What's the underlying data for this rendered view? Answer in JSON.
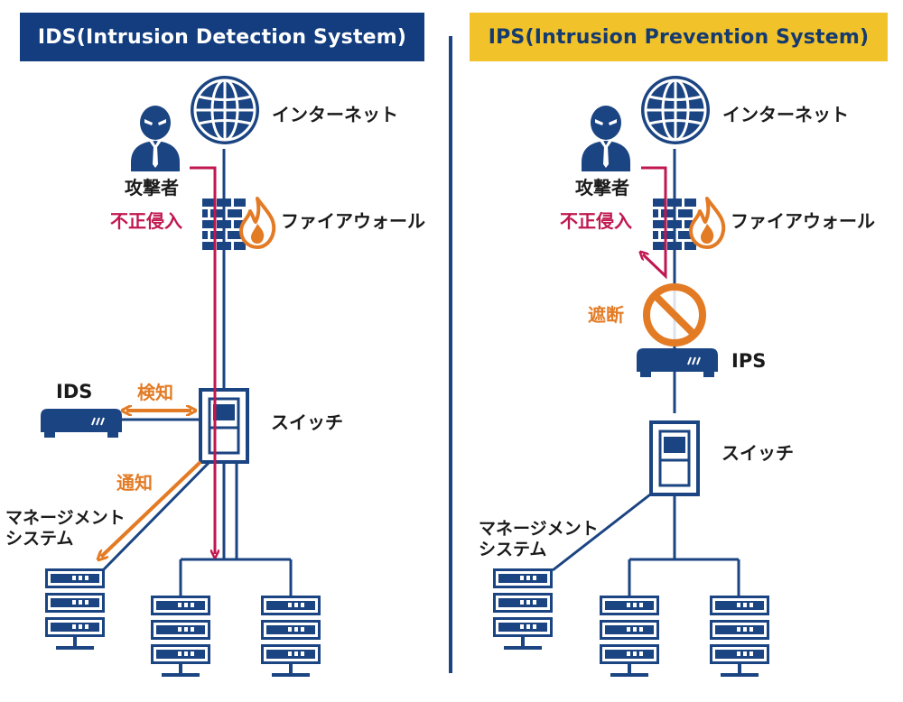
{
  "ids_panel": {
    "header": "IDS(Intrusion Detection System)",
    "internet": "インターネット",
    "attacker": "攻撃者",
    "intrusion": "不正侵入",
    "firewall": "ファイアウォール",
    "ids_device": "IDS",
    "detect": "検知",
    "switch": "スイッチ",
    "notify": "通知",
    "management_line1": "マネージメント",
    "management_line2": "システム"
  },
  "ips_panel": {
    "header": "IPS(Intrusion Prevention System)",
    "internet": "インターネット",
    "attacker": "攻撃者",
    "intrusion": "不正侵入",
    "firewall": "ファイアウォール",
    "block": "遮断",
    "ips_device": "IPS",
    "switch": "スイッチ",
    "management_line1": "マネージメント",
    "management_line2": "システム"
  },
  "colors": {
    "navy": "#1b4482",
    "yellow": "#f1c22a",
    "intrusion_red": "#c0174f",
    "accent_orange": "#e37b25"
  },
  "icons": [
    "globe-icon",
    "attacker-icon",
    "firewall-icon",
    "flame-icon",
    "network-device-icon",
    "switch-icon",
    "server-icon",
    "prohibited-icon"
  ]
}
